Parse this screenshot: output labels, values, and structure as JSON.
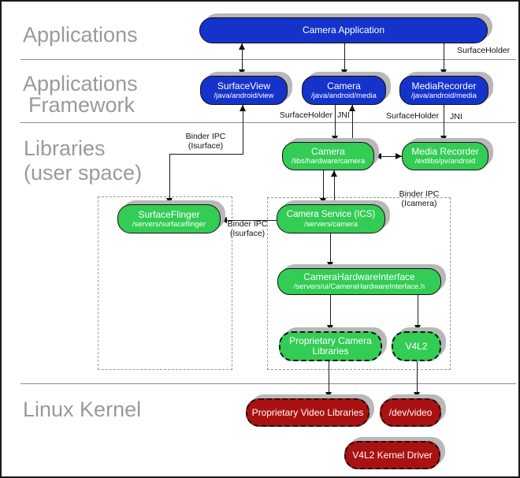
{
  "colors": {
    "app_blue": "#1533cb",
    "lib_green": "#33cc55",
    "kernel_red": "#aa1111",
    "shadow": "#b8b8b8",
    "layer_text": "#9a9a9a"
  },
  "layers": {
    "applications": "Applications",
    "framework_line1": "Applications",
    "framework_line2": "Framework",
    "libraries_line1": "Libraries",
    "libraries_line2": "(user space)",
    "linux_kernel": "Linux Kernel"
  },
  "nodes": {
    "camera_application": {
      "title": "Camera Application"
    },
    "surfaceview": {
      "title": "SurfaceView",
      "subtitle": "/java/android/view"
    },
    "camera_java": {
      "title": "Camera",
      "subtitle": "/java/android/media"
    },
    "mediarecorder_java": {
      "title": "MediaRecorder",
      "subtitle": "/java/android/media"
    },
    "camera_native": {
      "title": "Camera",
      "subtitle": "/libs/hardware/camera"
    },
    "media_recorder_native": {
      "title": "Media Recorder",
      "subtitle": "/extlibs/pv/android"
    },
    "surfaceflinger": {
      "title": "SurfaceFlinger",
      "subtitle": "/servers/surfaceflinger"
    },
    "camera_service": {
      "title": "Camera Service (ICS)",
      "subtitle": "/servers/camera"
    },
    "camera_hardware_interface": {
      "title": "CameraHardwareInterface",
      "subtitle": "/servers/ui/CameraHardwareInterface.h"
    },
    "proprietary_camera_libraries": {
      "title": "Proprietary Camera Libraries"
    },
    "v4l2": {
      "title": "V4L2"
    },
    "proprietary_video_libraries": {
      "title": "Proprietary Video Libraries"
    },
    "dev_video": {
      "title": "/dev/video"
    },
    "v4l2_kernel_driver": {
      "title": "V4L2 Kernel Driver"
    }
  },
  "labels": {
    "surfaceholder_top": "SurfaceHolder",
    "surfaceholder_camera": "SurfaceHolder",
    "jni_camera": "JNI",
    "surfaceholder_media": "SurfaceHolder",
    "jni_media": "JNI",
    "binder_ipc_isurface_top": {
      "line1": "Binder IPC",
      "line2": "(Isurface)"
    },
    "binder_ipc_isurface_mid": {
      "line1": "Binder IPC",
      "line2": "(Isurface)"
    },
    "binder_ipc_icamera": {
      "line1": "Binder IPC",
      "line2": "(Icamera)"
    }
  }
}
